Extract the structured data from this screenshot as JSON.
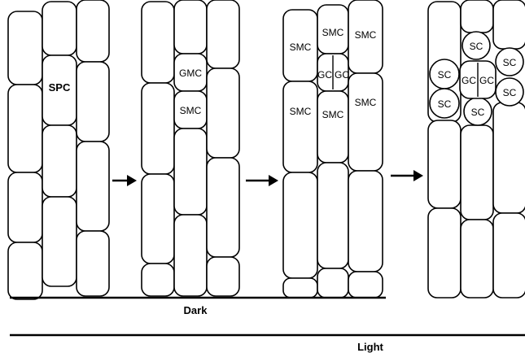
{
  "stages": [
    {
      "cell_labels": [
        "SPC"
      ]
    },
    {
      "cell_labels": [
        "GMC",
        "SMC"
      ]
    },
    {
      "cell_labels": [
        "SMC",
        "SMC",
        "SMC",
        "GC",
        "GC",
        "SMC",
        "SMC",
        "SMC"
      ]
    },
    {
      "cell_labels": [
        "SC",
        "SC",
        "SC",
        "SC",
        "GC",
        "GC",
        "SC",
        "SC"
      ]
    }
  ],
  "arrows": [
    "arrow",
    "arrow",
    "arrow"
  ],
  "timelines": {
    "dark": {
      "label": "Dark"
    },
    "light": {
      "label": "Light"
    }
  },
  "colors": {
    "stroke": "#000000",
    "background": "#ffffff"
  }
}
